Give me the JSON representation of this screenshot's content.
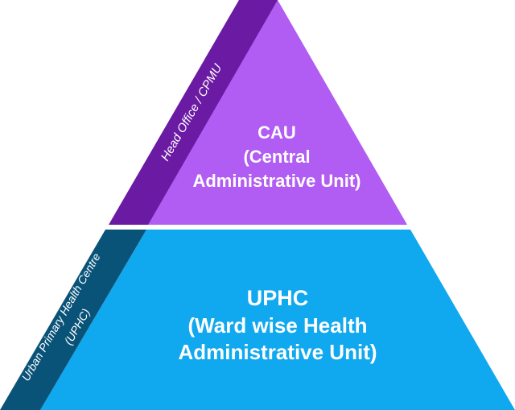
{
  "top_tier": {
    "side_label": "Head Office / CPMU",
    "title_lines": [
      "CAU",
      "(Central",
      "Administrative Unit)"
    ]
  },
  "bottom_tier": {
    "side_label_lines": [
      "Urban Primary Health Centre",
      "(UPHC)"
    ],
    "title_lines": [
      "UPHC",
      "(Ward wise Health",
      "Administrative Unit)"
    ]
  },
  "colors": {
    "top_face": "#b15cf2",
    "top_band": "#6b1aa3",
    "bottom_face": "#10a8ef",
    "bottom_band": "#0a5378",
    "background": "#ffffff"
  }
}
